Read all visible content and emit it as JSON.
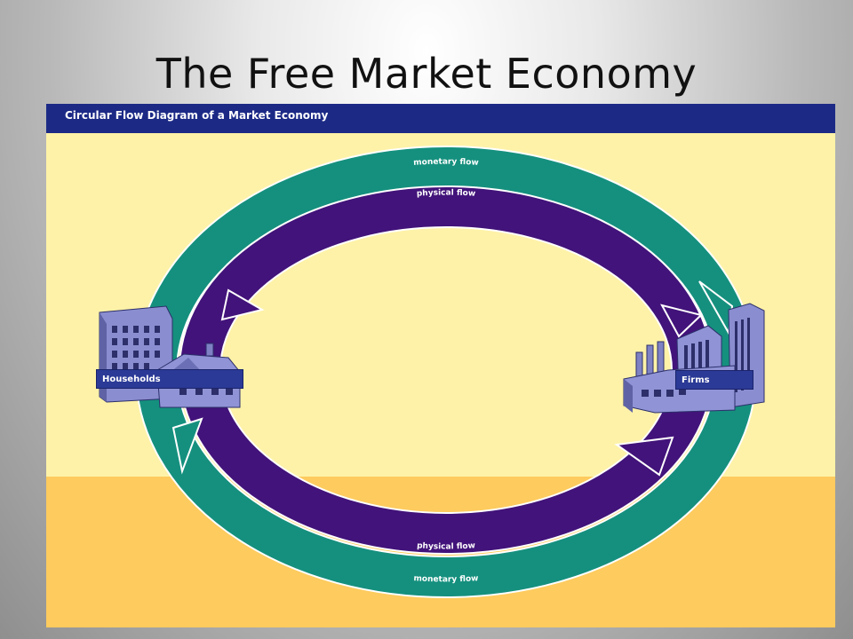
{
  "slide": {
    "title": "The Free Market Economy"
  },
  "diagram": {
    "header": "Circular Flow Diagram of a Market Economy",
    "flows": {
      "top_outer": "monetary flow",
      "top_inner": "physical flow",
      "bottom_inner": "physical flow",
      "bottom_outer": "monetary flow"
    },
    "nodes": {
      "households": "Households",
      "firms": "Firms"
    }
  },
  "colors": {
    "header_bar": "#1c2a86",
    "monetary_flow": "#15907e",
    "physical_flow": "#42137a",
    "upper_band": "#fef2a8",
    "lower_band": "#fdcb5e",
    "building": "#7e82c4"
  }
}
